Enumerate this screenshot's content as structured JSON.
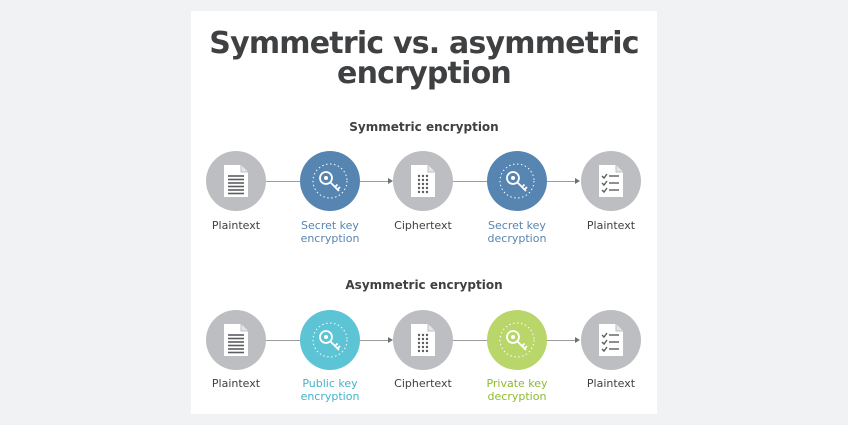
{
  "title_line1": "Symmetric vs. asymmetric",
  "title_line2": "encryption",
  "symmetric": {
    "heading": "Symmetric encryption",
    "steps": [
      {
        "label": "Plaintext",
        "icon": "plaintext-document-icon",
        "color": "#bdbec1"
      },
      {
        "label1": "Secret key",
        "label2": "encryption",
        "icon": "key-icon",
        "color": "#5785b1"
      },
      {
        "label": "Ciphertext",
        "icon": "ciphertext-document-icon",
        "color": "#bdbec1"
      },
      {
        "label1": "Secret key",
        "label2": "decryption",
        "icon": "key-icon",
        "color": "#5785b1"
      },
      {
        "label": "Plaintext",
        "icon": "checklist-document-icon",
        "color": "#bdbec1"
      }
    ]
  },
  "asymmetric": {
    "heading": "Asymmetric encryption",
    "steps": [
      {
        "label": "Plaintext",
        "icon": "plaintext-document-icon",
        "color": "#bdbec1"
      },
      {
        "label1": "Public key",
        "label2": "encryption",
        "icon": "key-icon",
        "color": "#5cc4d4"
      },
      {
        "label": "Ciphertext",
        "icon": "ciphertext-document-icon",
        "color": "#bdbec1"
      },
      {
        "label1": "Private key",
        "label2": "decryption",
        "icon": "key-icon",
        "color": "#b8d66a"
      },
      {
        "label": "Plaintext",
        "icon": "checklist-document-icon",
        "color": "#bdbec1"
      }
    ]
  }
}
